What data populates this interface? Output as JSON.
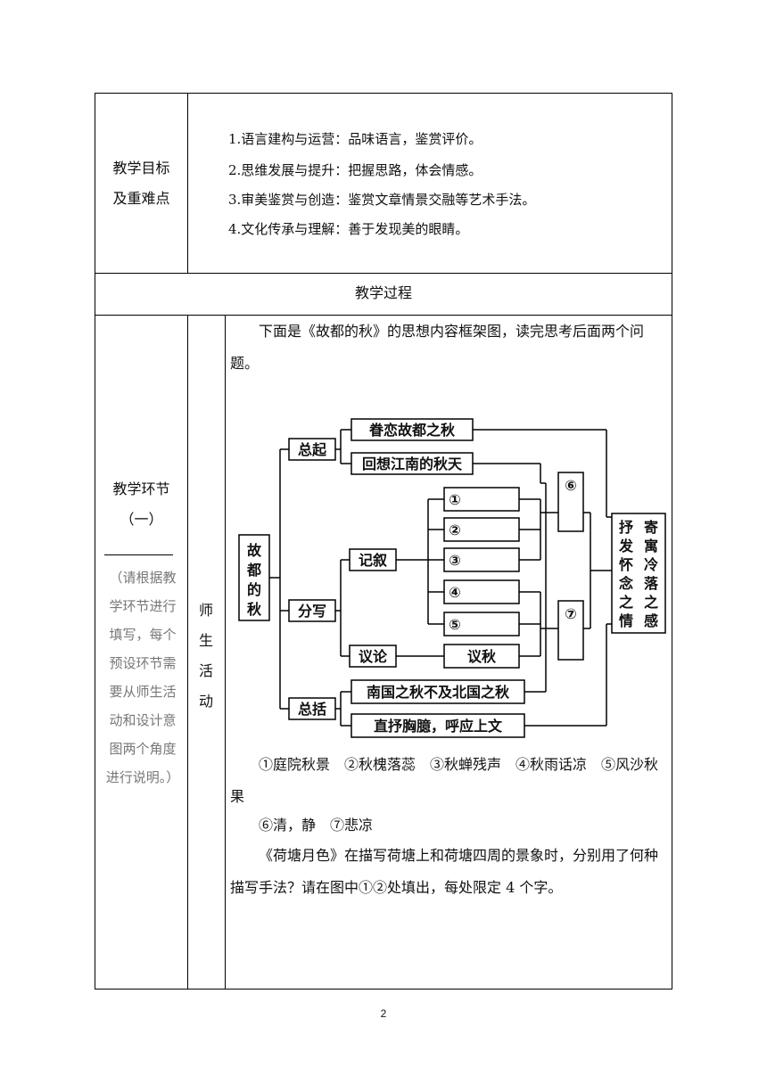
{
  "goals": {
    "label_line1": "教学目标",
    "label_line2": "及重难点",
    "items": [
      "1.语言建构与运营：品味语言，鉴赏评价。",
      "2.思维发展与提升：把握思路，体会情感。",
      "3.审美鉴赏与创造：鉴赏文章情景交融等艺术手法。",
      "4.文化传承与理解：善于发现美的眼睛。"
    ]
  },
  "process_header": "教学过程",
  "section": {
    "title_line1": "教学环节",
    "title_line2": "（一）",
    "note_lines": [
      "（请根据教",
      "学环节进行",
      "填写，每个",
      "预设环节需",
      "要从师生活",
      "动和设计意",
      "图两个角度",
      "进行说明。）"
    ],
    "activity_chars": [
      "师",
      "生",
      "活",
      "动"
    ]
  },
  "content": {
    "intro": "下面是《故都的秋》的思想内容框架图，读完思考后面两个问题。",
    "answers_line1": "①庭院秋景　②秋槐落蕊　③秋蝉残声　④秋雨话凉　⑤风沙秋果",
    "answers_line2": "⑥清，静　⑦悲凉",
    "question2": "《荷塘月色》在描写荷塘上和荷塘四周的景象时，分别用了何种描写手法？请在图中①②处填出，每处限定 4 个字。"
  },
  "diagram": {
    "root": [
      "故",
      "都",
      "的",
      "秋"
    ],
    "zongqi": "总起",
    "zongqi_items": [
      "眷恋故都之秋",
      "回想江南的秋天"
    ],
    "fenxie": "分写",
    "jixu": "记叙",
    "jixu_items": [
      "①",
      "②",
      "③",
      "④",
      "⑤"
    ],
    "yilun": "议论",
    "yilun_item": "议秋",
    "zongkuo": "总括",
    "zongkuo_items": [
      "南国之秋不及北国之秋",
      "直抒胸臆，呼应上文"
    ],
    "mid_labels": [
      "⑥",
      "⑦"
    ],
    "final_col1": [
      "抒",
      "发",
      "怀",
      "念",
      "之",
      "情"
    ],
    "final_col2": [
      "寄",
      "寓",
      "冷",
      "落",
      "之",
      "感"
    ]
  },
  "page_number": "2"
}
